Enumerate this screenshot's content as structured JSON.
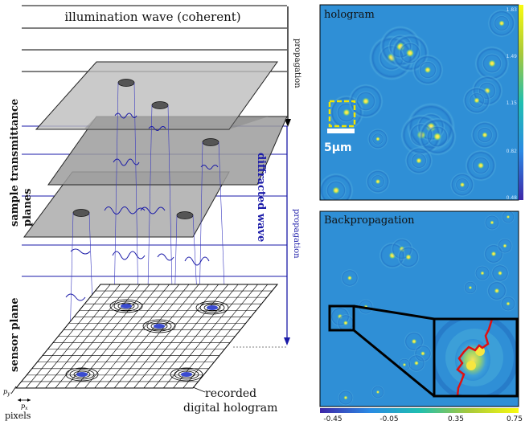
{
  "schematic": {
    "illumination_label": "illumination wave (coherent)",
    "propagation_top": "propagation",
    "propagation_bottom": "propagation",
    "sample_planes_label_1": "sample transmittance",
    "sample_planes_label_2": "planes",
    "diffracted_label": "diffracted wave",
    "sensor_label": "sensor plane",
    "recorded_label_1": "recorded",
    "recorded_label_2": "digital hologram",
    "pixels_label": "pixels",
    "py_label": "p",
    "py_sub": "y",
    "px_label": "p",
    "px_sub": "x"
  },
  "hologram_panel": {
    "title": "hologram",
    "scale_bar_label": "5µm",
    "colorbar_ticks": [
      "1.83",
      "1.49",
      "1.15",
      "0.82",
      "0.48"
    ]
  },
  "backprop_panel": {
    "title": "Backpropagation",
    "colorbar_ticks": [
      "-0.45",
      "-0.05",
      "0.35",
      "0.75"
    ]
  },
  "colors": {
    "wave_blue": "#1a1aa8",
    "field_bg": "#2f8fd6",
    "highlight_yellow": "#f2e600",
    "contour_red": "#e01010"
  }
}
